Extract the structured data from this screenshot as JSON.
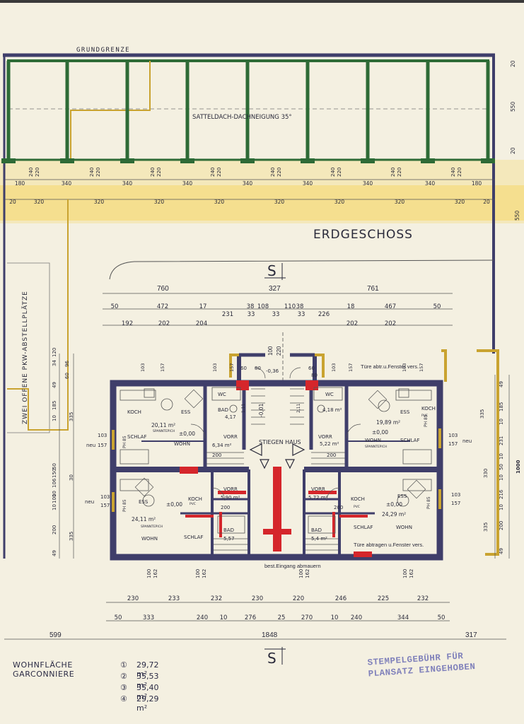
{
  "header": {
    "property_line": "GRUNDGRENZE",
    "roof_note": "SATTELDACH-DACHNEIGUNG 35°",
    "floor_title": "ERDGESCHOSS",
    "parking_note": "ZWEI OFFENE PKW-ABSTELLPLÄTZE"
  },
  "carport_dims": {
    "pair_top": "240",
    "pair_bottom": "220",
    "row1": [
      "180",
      "340",
      "340",
      "340",
      "340",
      "340",
      "340",
      "340",
      "180"
    ],
    "row2": [
      "20",
      "320",
      "320",
      "320",
      "320",
      "320",
      "320",
      "320",
      "320",
      "20"
    ],
    "right_side": [
      "20",
      "550",
      "20"
    ],
    "right_side_lower": "550"
  },
  "section_marker": "S",
  "top_dims": {
    "overall": [
      "760",
      "327",
      "761"
    ],
    "row2": [
      "50",
      "472",
      "17",
      "38",
      "108",
      "110",
      "38",
      "18",
      "467",
      "50"
    ],
    "row2b": [
      "231",
      "33",
      "33",
      "33",
      "226"
    ],
    "row3": [
      "192",
      "202",
      "204",
      "202",
      "202"
    ],
    "stair_pair": [
      "100",
      "220"
    ]
  },
  "window_labels": {
    "w103_157": [
      "103",
      "157"
    ],
    "w60_80": [
      "60",
      "80"
    ],
    "neu": "neu",
    "pair_100_162": [
      "100",
      "162"
    ]
  },
  "rooms": {
    "koch": "KOCH",
    "ess": "ESS",
    "schlaf": "SCHLAF",
    "wohn": "WOHN",
    "wc": "WC",
    "bad": "BAD",
    "vorr": "VORR",
    "stiegenhaus": "STIEGEN HAUS",
    "pvc": "PVC",
    "spannteppich": "SPANNTEPICH",
    "a1": "20,11 m²",
    "a2": "19,89 m²",
    "a3": "24,11 m²",
    "a4": "24,29 m²",
    "bad1": "4,17",
    "bad2": "4,18 m²",
    "vorr1": "6,34 m²",
    "vorr2": "5,22 m²",
    "vorr3": "5,90 m²",
    "vorr4": "5,72 m²",
    "bad3": "5,57",
    "bad4": "5,4 m²",
    "lev0": "±0,00",
    "levA": "-0,36",
    "levB": "-0,01",
    "door200": "200",
    "h85": "PH 85",
    "w_sm1": "1,11",
    "w_sm2": "2,11"
  },
  "notes": {
    "tuere_top": "Türe abtr.u.Fenster vers.",
    "tuere_bottom": "Türe abtragen u.Fenster vers.",
    "entrance": "best.Eingang abmauern"
  },
  "left_dims": [
    "96",
    "60",
    "120",
    "34",
    "49",
    "185",
    "10",
    "335",
    "150",
    "106",
    "10",
    "100",
    "10",
    "200",
    "49",
    "335",
    "30",
    "50"
  ],
  "right_dims": [
    "49",
    "185",
    "10",
    "231",
    "10",
    "50",
    "10",
    "216",
    "10",
    "200",
    "49",
    "335",
    "330",
    "335",
    "1000"
  ],
  "bottom_dims": {
    "row1": [
      "230",
      "233",
      "232",
      "230",
      "220",
      "246",
      "225",
      "232"
    ],
    "row2": [
      "50",
      "333",
      "240",
      "10",
      "276",
      "25",
      "270",
      "10",
      "240",
      "344",
      "50"
    ],
    "overall": [
      "599",
      "1848",
      "317"
    ]
  },
  "area_table": {
    "label": "WOHNFLÄCHE GARCONNIERE",
    "items": [
      {
        "num": "①",
        "value": "29,72 m²"
      },
      {
        "num": "②",
        "value": "35,53 m²"
      },
      {
        "num": "③",
        "value": "35,40 m²"
      },
      {
        "num": "④",
        "value": "29,29 m²"
      }
    ]
  },
  "stamp": {
    "line1": "STEMPELGEBÜHR FÜR",
    "line2": "PLANSATZ EINGEHOBEN"
  },
  "colors": {
    "paper": "#f4f0e1",
    "wall": "#3f3e6a",
    "carport": "#2e6b36",
    "highlight": "#f6d55a",
    "mustard": "#c9a330",
    "red": "#d5262b",
    "ink": "#2a2a3a",
    "stamp": "#6d6fb5"
  }
}
